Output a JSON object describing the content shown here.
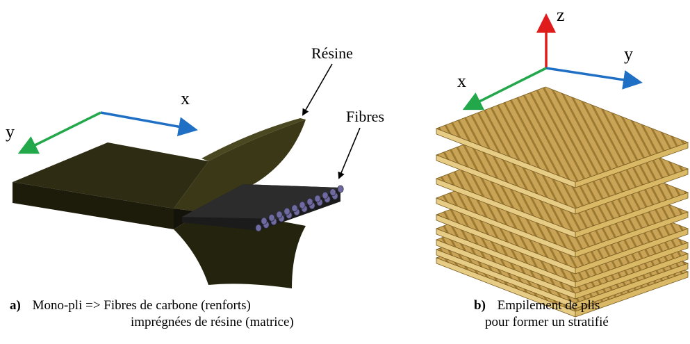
{
  "panel_a": {
    "label_resin": "Résine",
    "label_fibres": "Fibres",
    "axis_x": "x",
    "axis_y": "y",
    "caption_letter": "a)",
    "caption_line1": "Mono-pli => Fibres de carbone (renforts)",
    "caption_line2": "imprégnées de résine (matrice)"
  },
  "panel_b": {
    "axis_x": "x",
    "axis_y": "y",
    "axis_z": "z",
    "ply_count": 9,
    "caption_letter": "b)",
    "caption_line1": "Empilement de plis",
    "caption_line2": "pour former un stratifié"
  },
  "colors": {
    "axis_x": "#1f6fc4",
    "axis_y": "#22a84a",
    "axis_z": "#e01b1b",
    "resin": "#2b2a12",
    "fibre": "#1a1a1a",
    "fibre_end": "#6e6aa0",
    "ply": "#c7a050"
  }
}
